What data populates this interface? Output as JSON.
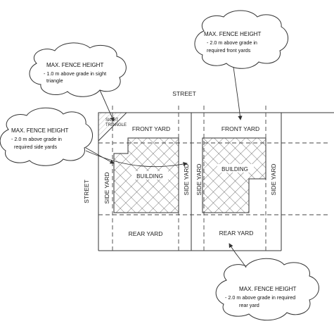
{
  "street_top": "STREET",
  "street_left": "STREET",
  "sight_triangle_line1": "SIGHT",
  "sight_triangle_line2": "TRIANGLE",
  "lot_left": {
    "front_yard": "FRONT YARD",
    "rear_yard": "REAR YARD",
    "building": "BUILDING",
    "side_yard_left": "SIDE YARD",
    "side_yard_right": "SIDE YARD"
  },
  "lot_right": {
    "front_yard": "FRONT YARD",
    "rear_yard": "REAR YARD",
    "building": "BUILDING",
    "side_yard_left": "SIDE YARD",
    "side_yard_right": "SIDE YARD"
  },
  "callouts": {
    "sight_triangle": {
      "title": "MAX. FENCE HEIGHT",
      "line1": "- 1.0 m above grade in sight",
      "line2": "triangle"
    },
    "front_yards": {
      "title": "MAX. FENCE HEIGHT",
      "line1": "- 2.0 m above grade in",
      "line2": "required front yards"
    },
    "side_yards": {
      "title": "MAX. FENCE HEIGHT",
      "line1": "- 2.0 m above grade in",
      "line2": "required side yards"
    },
    "rear_yard": {
      "title": "MAX. FENCE HEIGHT",
      "line1": "- 2.0 m above grade in required",
      "line2": "rear yard"
    }
  },
  "colors": {
    "line": "#333333",
    "hatch": "#555555",
    "background": "#ffffff"
  }
}
